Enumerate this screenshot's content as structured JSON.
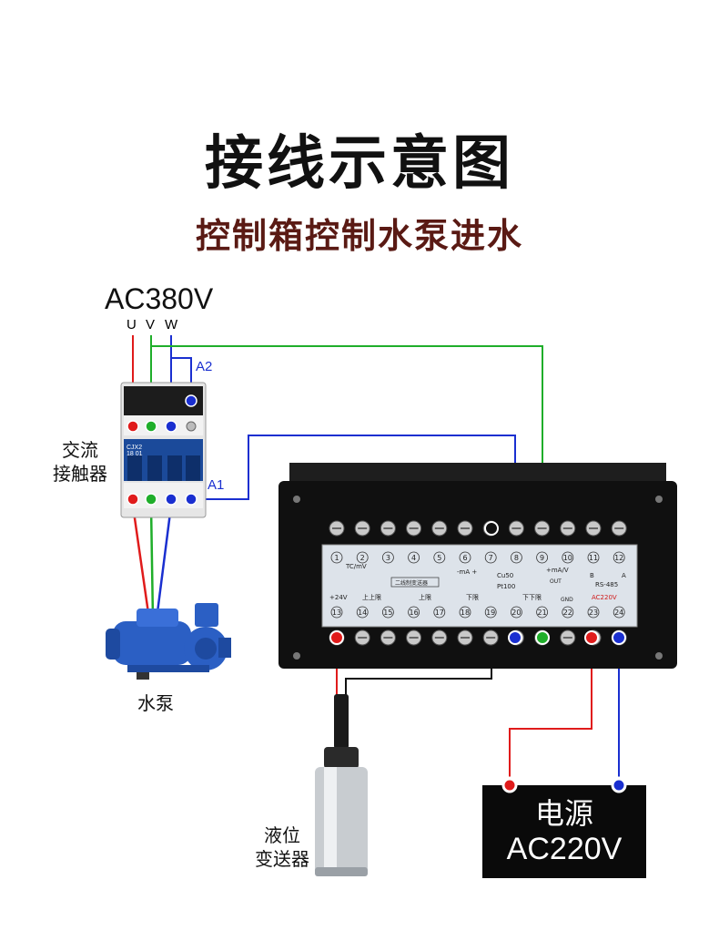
{
  "header": {
    "title": "接线示意图",
    "subtitle": "控制箱控制水泵进水"
  },
  "supply": {
    "label": "AC380V",
    "phases": [
      "U",
      "V",
      "W"
    ]
  },
  "contactor": {
    "label_line1": "交流",
    "label_line2": "接触器",
    "model_line1": "CJX2",
    "model_line2": "18 01",
    "aux_label_top": "A2",
    "aux_label_bottom": "A1"
  },
  "pump": {
    "label": "水泵"
  },
  "sensor": {
    "label_line1": "液位",
    "label_line2": "变送器"
  },
  "power_source": {
    "label_line1": "电源",
    "label_line2": "AC220V"
  },
  "controller": {
    "top_numbers": [
      "1",
      "2",
      "3",
      "4",
      "5",
      "6",
      "7",
      "8",
      "9",
      "10",
      "11",
      "12"
    ],
    "bottom_numbers": [
      "13",
      "14",
      "15",
      "16",
      "17",
      "18",
      "19",
      "20",
      "21",
      "22",
      "23",
      "24"
    ],
    "panel_texts": {
      "tc": "TC/mV",
      "two_wire": "二线制变送器",
      "ma": "-mA +",
      "cu50": "Cu50",
      "pt100": "Pt100",
      "ma_v": "+mA/V",
      "out": "OUT",
      "rs485": "RS-485",
      "b": "B",
      "a": "A",
      "plus24v": "+24V",
      "upper_up": "上上限",
      "upper": "上限",
      "lower": "下限",
      "lower_low": "下下限",
      "gnd": "GND",
      "ac220v": "AC220V"
    }
  },
  "colors": {
    "red_wire": "#e01b1b",
    "green_wire": "#1fae2a",
    "blue_wire": "#1a2fd0",
    "black_wire": "#111111",
    "title": "#111111",
    "subtitle": "#5a1a14",
    "contactor_blue": "#1b4a9a"
  }
}
